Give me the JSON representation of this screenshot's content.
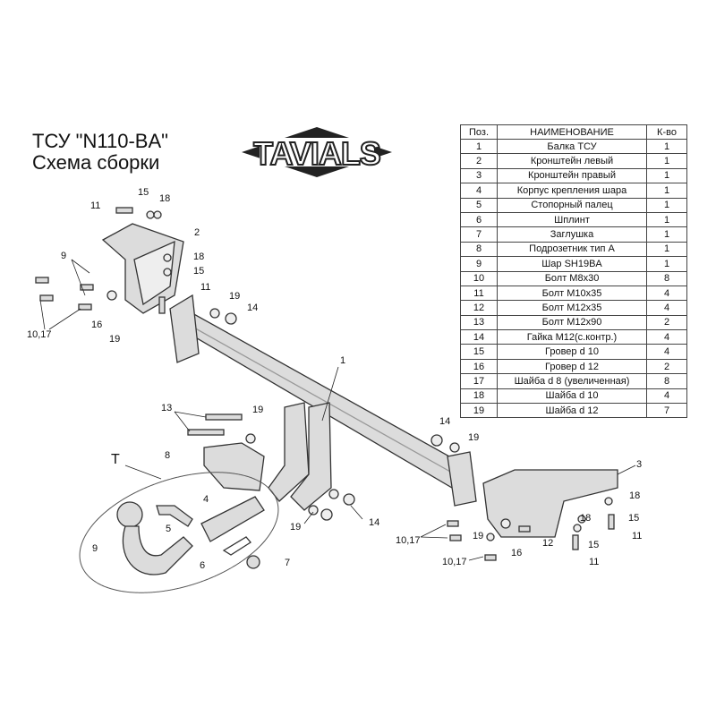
{
  "header": {
    "title": "ТСУ  \"N110-BA\"",
    "subtitle": "Схема сборки",
    "logo_text": "TAVIALS"
  },
  "table": {
    "headers": [
      "Поз.",
      "НАИМЕНОВАНИЕ",
      "К-во"
    ],
    "rows": [
      [
        "1",
        "Балка ТСУ",
        "1"
      ],
      [
        "2",
        "Кронштейн левый",
        "1"
      ],
      [
        "3",
        "Кронштейн правый",
        "1"
      ],
      [
        "4",
        "Корпус крепления шара",
        "1"
      ],
      [
        "5",
        "Стопорный палец",
        "1"
      ],
      [
        "6",
        "Шплинт",
        "1"
      ],
      [
        "7",
        "Заглушка",
        "1"
      ],
      [
        "8",
        "Подрозетник тип А",
        "1"
      ],
      [
        "9",
        "Шар SH19BA",
        "1"
      ],
      [
        "10",
        "Болт M8x30",
        "8"
      ],
      [
        "11",
        "Болт M10x35",
        "4"
      ],
      [
        "12",
        "Болт M12x35",
        "4"
      ],
      [
        "13",
        "Болт M12x90",
        "2"
      ],
      [
        "14",
        "Гайка M12(с.контр.)",
        "4"
      ],
      [
        "15",
        "Гровер d 10",
        "4"
      ],
      [
        "16",
        "Гровер d 12",
        "2"
      ],
      [
        "17",
        "Шайба d 8 (увеличенная)",
        "8"
      ],
      [
        "18",
        "Шайба d 10",
        "4"
      ],
      [
        "19",
        "Шайба d 12",
        "7"
      ]
    ]
  },
  "callouts": [
    "15",
    "18",
    "11",
    "2",
    "9",
    "18",
    "15",
    "11",
    "19",
    "14",
    "10,17",
    "16",
    "19",
    "1",
    "13",
    "19",
    "14",
    "19",
    "8",
    "T",
    "3",
    "18",
    "4",
    "15",
    "5",
    "18",
    "14",
    "19",
    "12",
    "9",
    "11",
    "10,17",
    "19",
    "16",
    "15",
    "6",
    "7",
    "10,17",
    "11"
  ]
}
